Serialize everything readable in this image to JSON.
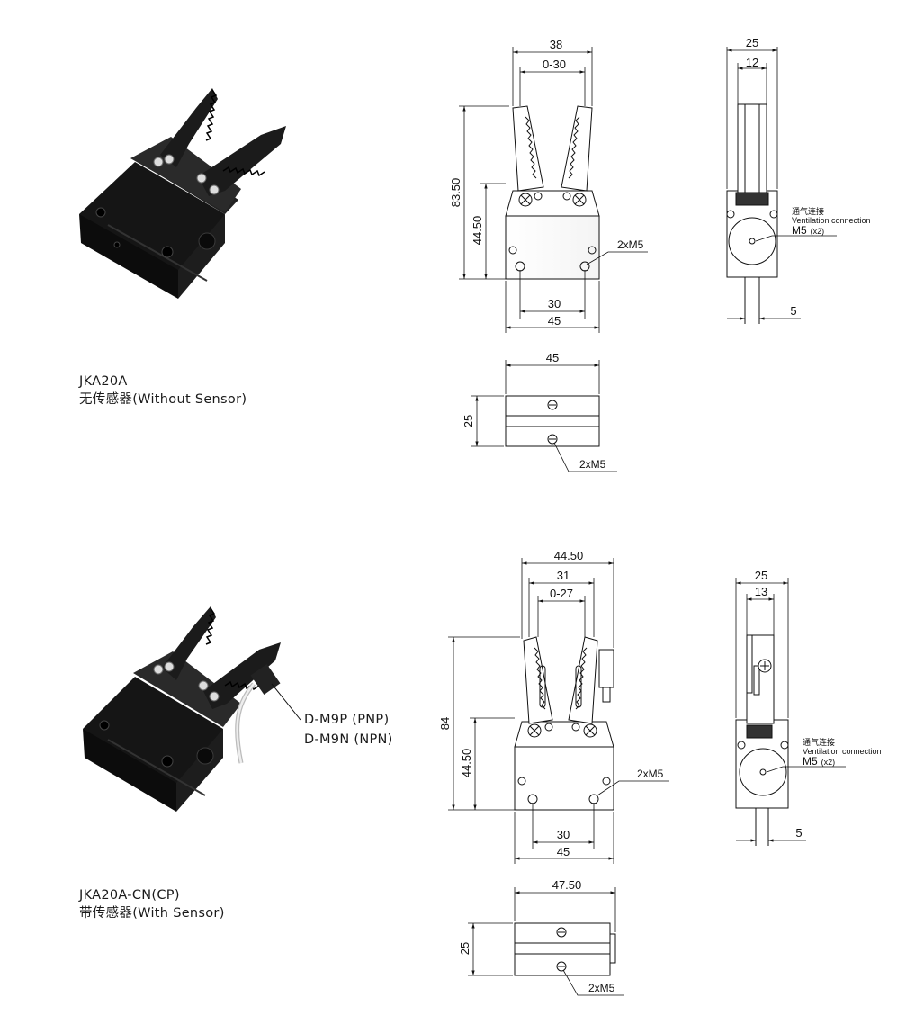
{
  "products": [
    {
      "model": "JKA20A",
      "description": "无传感器(Without Sensor)",
      "front_view": {
        "dim_width": "38",
        "dim_opening": "0-30",
        "dim_height": "83.50",
        "dim_body_height": "44.50",
        "dim_holes": "30",
        "dim_base": "45",
        "holes_label": "2xM5"
      },
      "side_view": {
        "dim_width": "25",
        "dim_inner": "12",
        "dim_offset": "5",
        "vent_cn": "通气连接",
        "vent_en": "Ventilation connection",
        "vent_port": "M5",
        "vent_qty": "(x2)"
      },
      "bottom_view": {
        "dim_width": "45",
        "dim_height": "25",
        "holes_label": "2xM5"
      }
    },
    {
      "model": "JKA20A-CN(CP)",
      "description": "带传感器(With Sensor)",
      "sensor_options": [
        "D-M9P (PNP)",
        "D-M9N (NPN)"
      ],
      "front_view": {
        "dim_overall": "44.50",
        "dim_width": "31",
        "dim_opening": "0-27",
        "dim_height": "84",
        "dim_body_height": "44.50",
        "dim_holes": "30",
        "dim_base": "45",
        "holes_label": "2xM5"
      },
      "side_view": {
        "dim_width": "25",
        "dim_inner": "13",
        "dim_offset": "5",
        "vent_cn": "通气连接",
        "vent_en": "Ventilation connection",
        "vent_port": "M5",
        "vent_qty": "(x2)"
      },
      "bottom_view": {
        "dim_width": "47.50",
        "dim_height": "25",
        "holes_label": "2xM5"
      }
    }
  ]
}
